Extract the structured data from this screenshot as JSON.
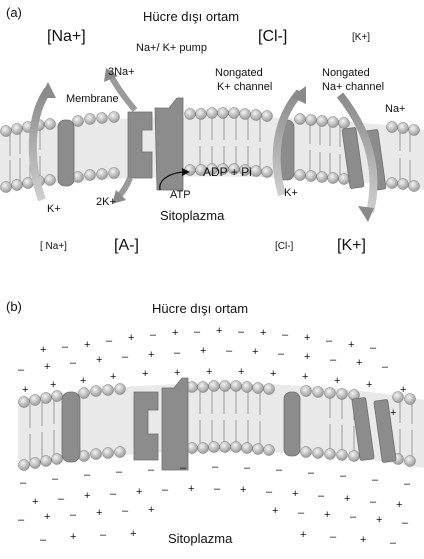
{
  "panel_a": {
    "letter": "(a)",
    "outside_title": "Hücre dışı ortam",
    "inside_title": "Sitoplazma",
    "na_out": "[Na+]",
    "cl_out": "[Cl-]",
    "k_out": "[K+]",
    "na_in": "[ Na+]",
    "anion_in": "[A-]",
    "cl_in": "[Cl-]",
    "k_in": "[K+]",
    "pump": "Na+/ K+ pump",
    "na3": "3Na+",
    "membrane": "Membrane",
    "k_channel_line1": "Nongated",
    "k_channel_line2": "K+ channel",
    "na_channel_line1": "Nongated",
    "na_channel_line2": "Na+ channel",
    "na_ion": "Na+",
    "k_left": "K+",
    "k2": "2K+",
    "atp": "ATP",
    "adp": "ADP + Pi",
    "k_right": "K+"
  },
  "panel_b": {
    "letter": "(b)",
    "outside_title": "Hücre dışı ortam",
    "inside_title": "Sitoplazma",
    "plus": "+",
    "minus": "–"
  }
}
